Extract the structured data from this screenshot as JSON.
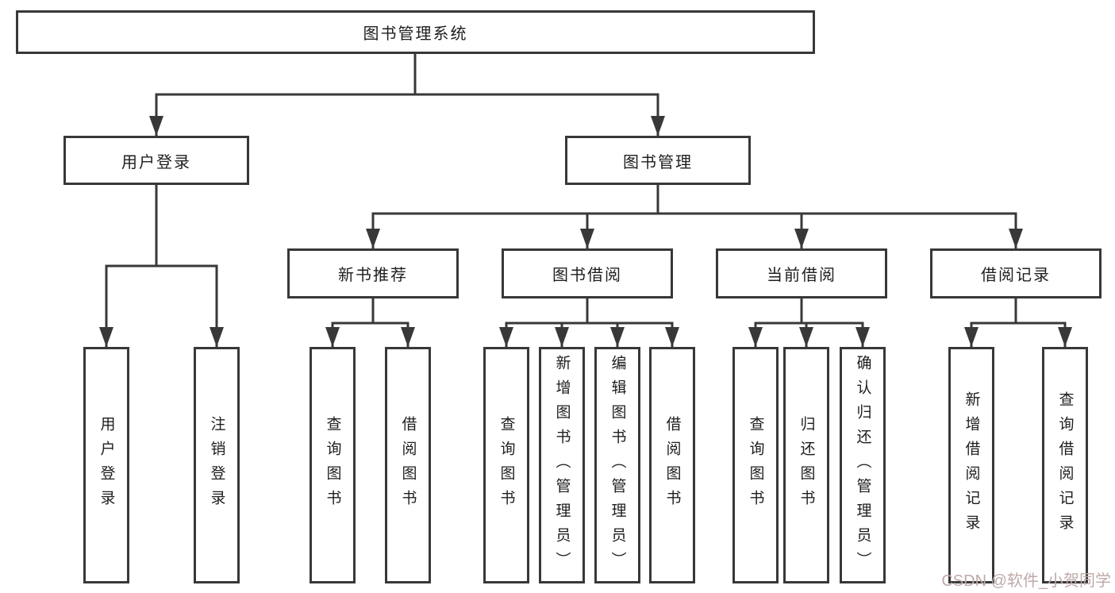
{
  "colors": {
    "border": "#383838",
    "text": "#1e1e1e",
    "watermark": "#bfa9a9",
    "background": "#ffffff"
  },
  "nodes": {
    "root": {
      "label": "图书管理系统"
    },
    "level2": [
      {
        "label": "用户登录",
        "parent": "图书管理系统"
      },
      {
        "label": "图书管理",
        "parent": "图书管理系统"
      }
    ],
    "level3": [
      {
        "label": "新书推荐",
        "parent": "图书管理"
      },
      {
        "label": "图书借阅",
        "parent": "图书管理"
      },
      {
        "label": "当前借阅",
        "parent": "图书管理"
      },
      {
        "label": "借阅记录",
        "parent": "图书管理"
      }
    ],
    "leaves": [
      {
        "label": "用户登录",
        "parent": "用户登录"
      },
      {
        "label": "注销登录",
        "parent": "用户登录"
      },
      {
        "label": "查询图书",
        "parent": "新书推荐"
      },
      {
        "label": "借阅图书",
        "parent": "新书推荐"
      },
      {
        "label": "查询图书",
        "parent": "图书借阅"
      },
      {
        "label": "新增图书（管理员）",
        "parent": "图书借阅"
      },
      {
        "label": "编辑图书（管理员）",
        "parent": "图书借阅"
      },
      {
        "label": "借阅图书",
        "parent": "图书借阅"
      },
      {
        "label": "查询图书",
        "parent": "当前借阅"
      },
      {
        "label": "归还图书",
        "parent": "当前借阅"
      },
      {
        "label": "确认归还（管理员）",
        "parent": "当前借阅"
      },
      {
        "label": "新增借阅记录",
        "parent": "借阅记录"
      },
      {
        "label": "查询借阅记录",
        "parent": "借阅记录"
      }
    ]
  },
  "watermark": {
    "text": "CSDN @软件_小贺同学"
  }
}
